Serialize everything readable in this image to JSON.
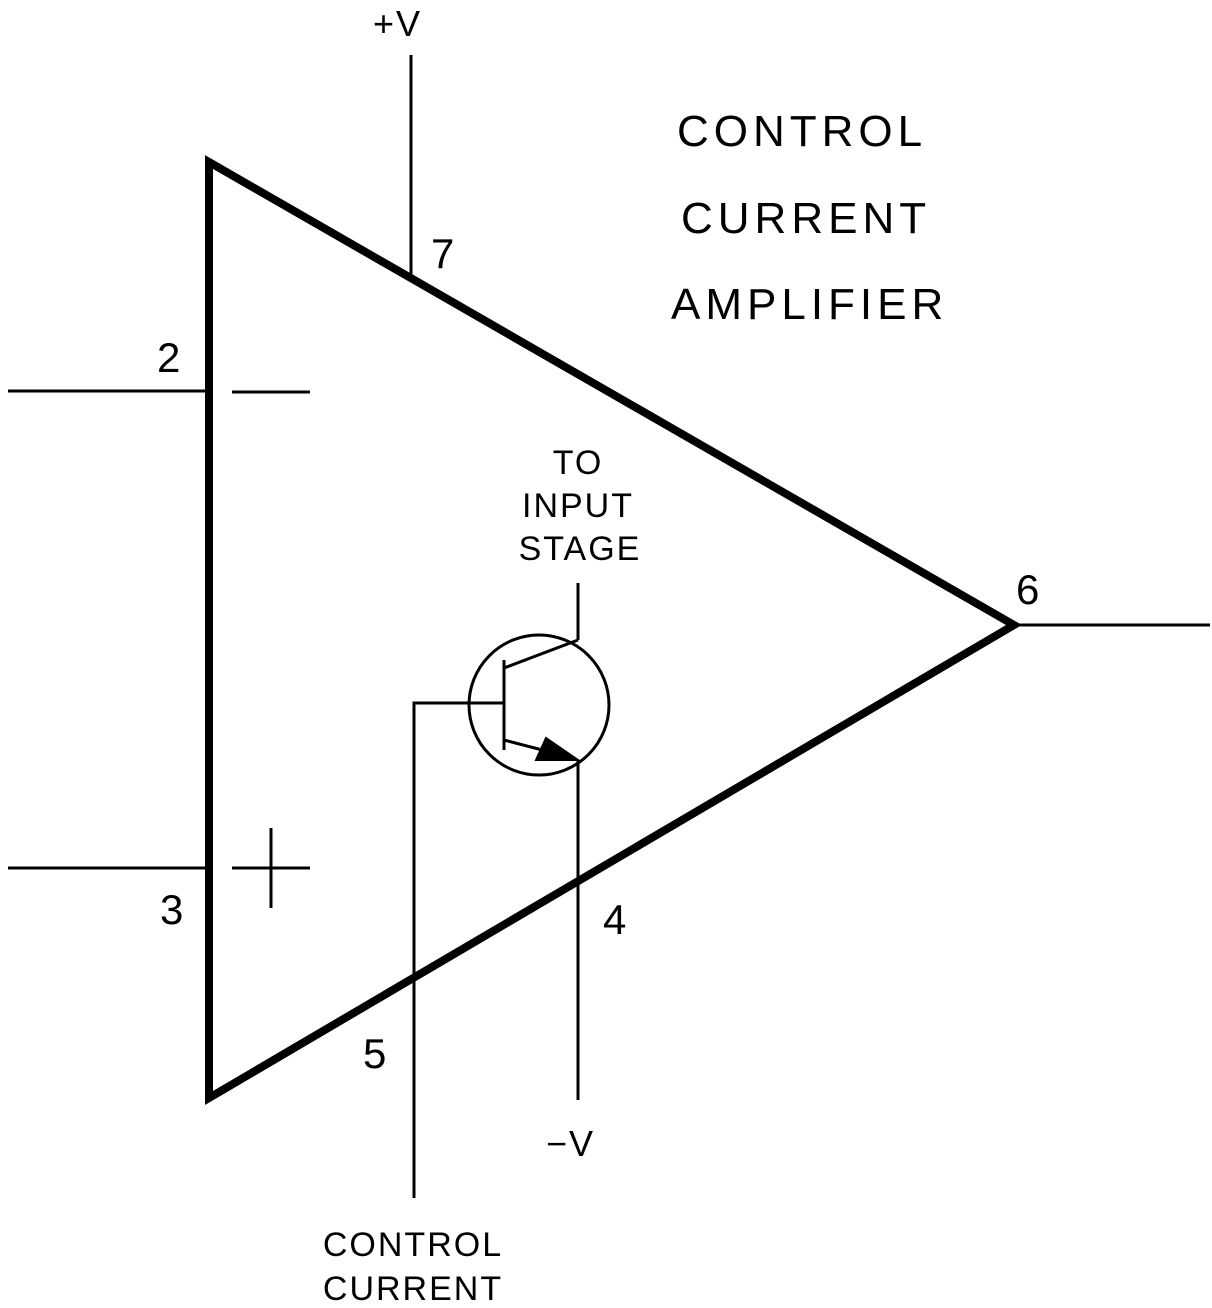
{
  "title": {
    "line1": "CONTROL",
    "line2": "CURRENT",
    "line3": "AMPLIFIER"
  },
  "supply": {
    "positive": "+V",
    "negative": "−V"
  },
  "pins": {
    "p2": "2",
    "p3": "3",
    "p4": "4",
    "p5": "5",
    "p6": "6",
    "p7": "7"
  },
  "transistor_note": {
    "line1": "TO",
    "line2": "INPUT",
    "line3": "STAGE"
  },
  "control_label": {
    "line1": "CONTROL",
    "line2": "CURRENT"
  },
  "colors": {
    "ink": "#000000",
    "background": "#ffffff"
  }
}
